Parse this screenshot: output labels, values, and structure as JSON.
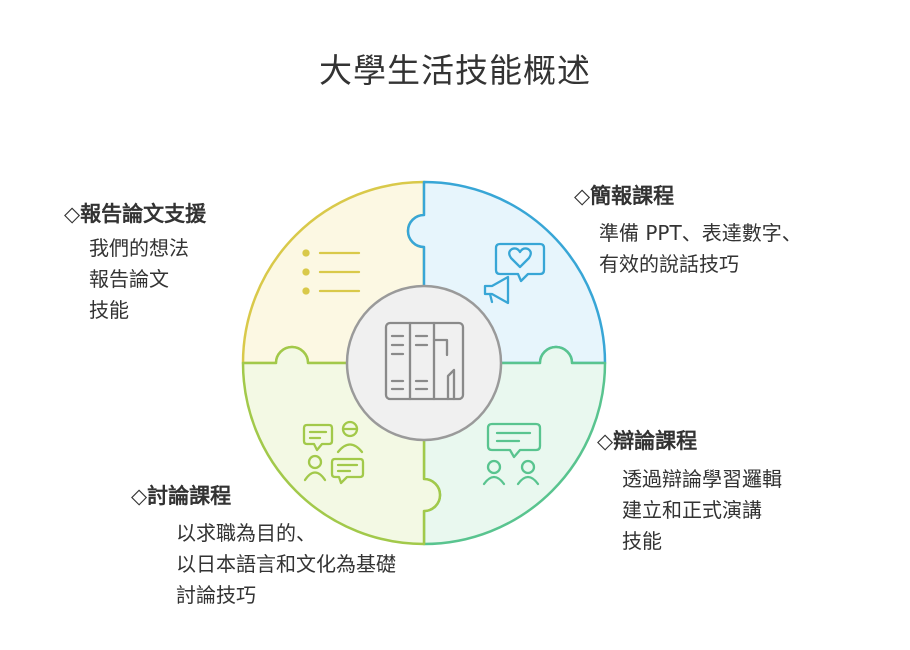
{
  "title": "大學生活技能概述",
  "sections": {
    "report": {
      "heading": "◇報告論文支援",
      "body": "我們的想法\n報告論文\n技能",
      "icon": "list-icon",
      "color": "#d9c94a",
      "fill": "#fcf8e3"
    },
    "presentation": {
      "heading": "◇簡報課程",
      "body": "準備 PPT、表達數字、\n有效的說話技巧",
      "icon": "megaphone-heart-icon",
      "color": "#38a6d6",
      "fill": "#e7f5fc"
    },
    "debate": {
      "heading": "◇辯論課程",
      "body": "透過辯論學習邏輯\n建立和正式演講\n技能",
      "icon": "chat-users-icon",
      "color": "#59c48f",
      "fill": "#e9f8ef"
    },
    "discussion": {
      "heading": "◇討論課程",
      "body": "以求職為目的、\n以日本語言和文化為基礎\n討論技巧",
      "icon": "group-discussion-icon",
      "color": "#a2c94a",
      "fill": "#f3f9e4"
    }
  },
  "center": {
    "icon": "building-icon",
    "color": "#8a8a8a",
    "fill": "#f0f0f0"
  }
}
